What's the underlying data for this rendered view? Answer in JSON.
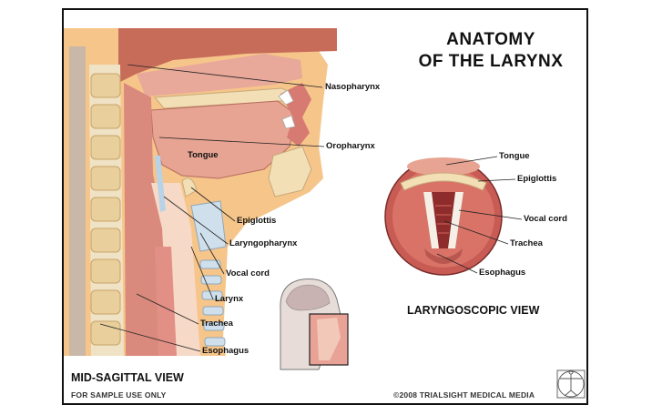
{
  "title_line1": "ANATOMY",
  "title_line2": "OF THE LARYNX",
  "sagittal": {
    "view_label": "MID-SAGITTAL VIEW",
    "labels": {
      "nasopharynx": "Nasopharynx",
      "oropharynx": "Oropharynx",
      "tongue": "Tongue",
      "epiglottis": "Epiglottis",
      "laryngopharynx": "Laryngopharynx",
      "vocal_cord": "Vocal cord",
      "larynx": "Larynx",
      "trachea": "Trachea",
      "esophagus": "Esophagus"
    }
  },
  "laryngoscopic": {
    "view_label": "LARYNGOSCOPIC VIEW",
    "labels": {
      "tongue": "Tongue",
      "epiglottis": "Epiglottis",
      "vocal_cord": "Vocal cord",
      "trachea": "Trachea",
      "esophagus": "Esophagus"
    }
  },
  "footer": {
    "sample": "FOR SAMPLE USE ONLY",
    "copyright": "©2008 TRIALSIGHT MEDICAL MEDIA"
  },
  "colors": {
    "flesh": "#e9a396",
    "dark_flesh": "#b8574f",
    "tongue": "#e7a493",
    "bone": "#f2dfb5",
    "orange": "#f5b25a",
    "cartilage": "#cfe0ec"
  },
  "icons": [
    "vitruvian-logo-icon",
    "head-thumbnail-icon"
  ]
}
